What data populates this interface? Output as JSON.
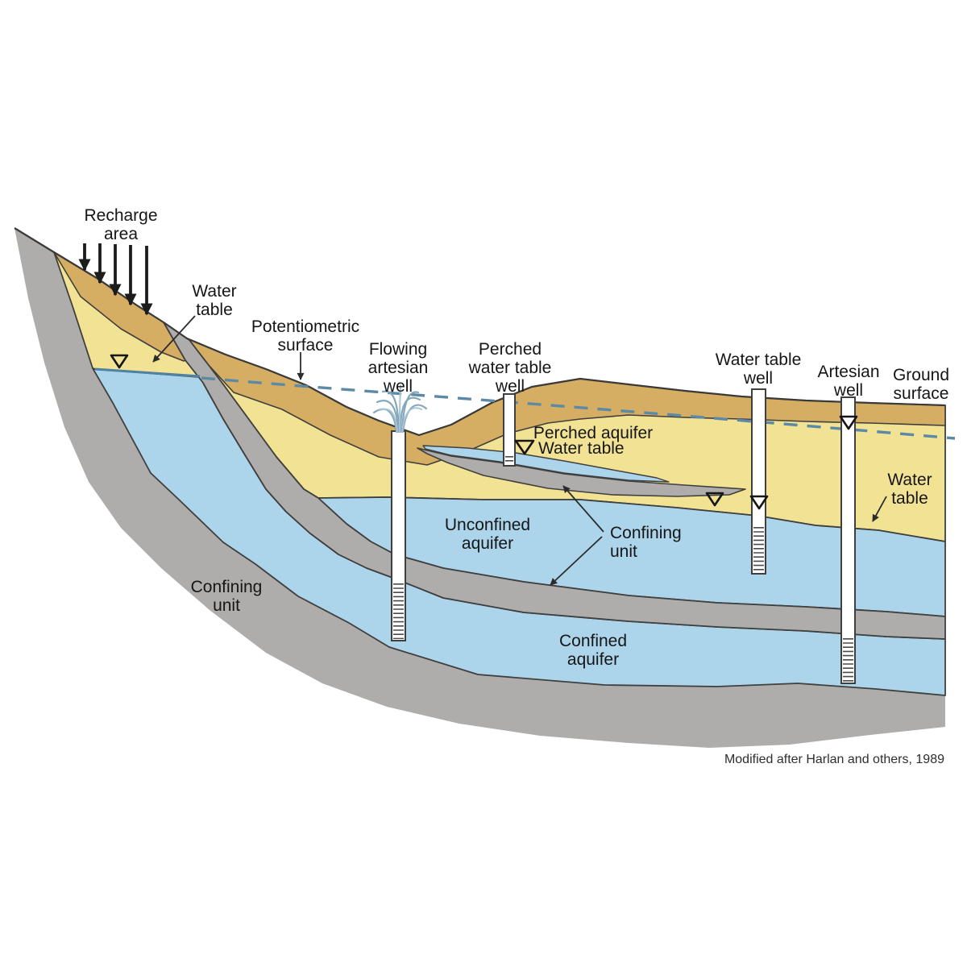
{
  "diagram": {
    "feature_labels": {
      "recharge_area": "Recharge\narea",
      "water_table_left": "Water\ntable",
      "potentiometric_surface": "Potentiometric\nsurface",
      "perched_aquifer": "Perched aquifer",
      "perched_water_table": "Water table",
      "ground_surface": "Ground\nsurface",
      "water_table_right": "Water\ntable"
    },
    "well_labels": {
      "flowing_artesian_well": "Flowing\nartesian\nwell",
      "perched_water_table_well": "Perched\nwater table\nwell",
      "water_table_well": "Water table\nwell",
      "artesian_well": "Artesian\nwell"
    },
    "region_labels": {
      "unconfined_aquifer": "Unconfined\naquifer",
      "confining_unit_middle": "Confining\nunit",
      "confined_aquifer": "Confined\naquifer",
      "confining_unit_lower": "Confining\nunit"
    },
    "attribution": "Modified after Harlan and others, 1989",
    "colors": {
      "unsaturated_sand_yellow": "#F2E294",
      "topsoil_tan": "#D5AE63",
      "groundwater_blue": "#ACD4EB",
      "confining_unit_gray": "#AFADAB",
      "potentiometric_dash_blue": "#5C89A6",
      "water_table_line_blue": "#4E81A3",
      "outline_dark": "#3F3F3D",
      "label_text": "#161616"
    }
  }
}
